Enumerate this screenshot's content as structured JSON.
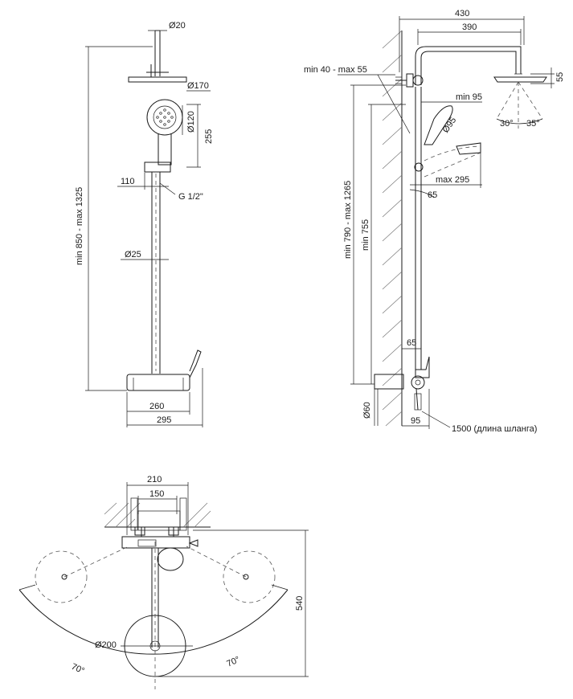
{
  "front_view": {
    "d_top_pipe": "Ø20",
    "d_head": "Ø170",
    "d_hand": "Ø120",
    "h_holder": "255",
    "offset": "110",
    "thread": "G 1/2\"",
    "height": "min 850 - max 1325",
    "d_bar": "Ø25",
    "w_mixer": "260",
    "w_total": "295"
  },
  "side_view": {
    "reach": "430",
    "arm": "390",
    "wall_gap": "min 40 - max 55",
    "head_h": "55",
    "hand_offset": "min 95",
    "hand_d": "Ø95",
    "angle_left": "30°",
    "angle_right": "35°",
    "hand_reach": "max 295",
    "hand_angle": "65",
    "bar_height": "min 790 - max 1265",
    "bar_min": "min 755",
    "mixer_gap": "65",
    "d_inlet": "Ø60",
    "depth": "95",
    "hose": "1500 (длина шланга)"
  },
  "top_view": {
    "w_outer": "210",
    "w_inner": "150",
    "depth": "540",
    "d_head": "Ø200",
    "angle_left": "70°",
    "angle_right": "70°"
  }
}
